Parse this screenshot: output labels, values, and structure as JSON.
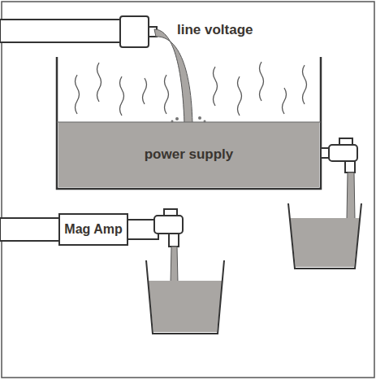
{
  "diagram": {
    "nodes": [
      {
        "text": [
          "power supply"
        ]
      },
      {
        "text": [
          "Mag Amp"
        ]
      }
    ],
    "labels": [
      "line voltage"
    ]
  }
}
